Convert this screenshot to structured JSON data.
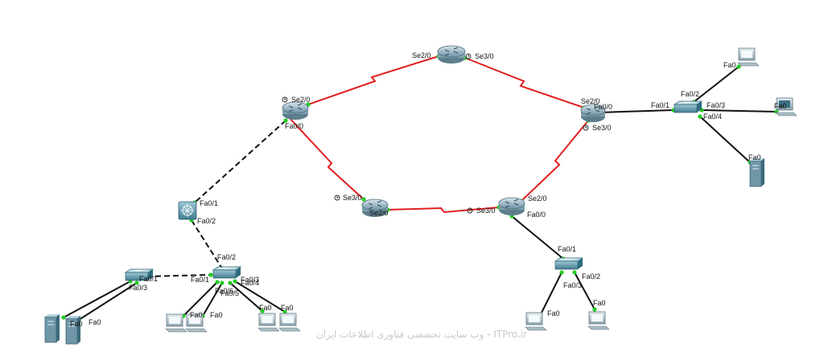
{
  "topology": {
    "router_top": {
      "left": "Se2/0",
      "right": "Se3/0"
    },
    "router_left": {
      "serial": "Se2/0",
      "fast": "Fa0/0"
    },
    "router_right": {
      "serial": "Se2/0",
      "fast": "Fa0/0",
      "serial2": "Se3/0"
    },
    "router_mid_left": {
      "serial3": "Se3/0",
      "serial2": "Se2/0"
    },
    "router_mid_right": {
      "serial3": "Se3/0",
      "serial2": "Se2/0",
      "fast": "Fa0/0"
    },
    "multilayer_switch": {
      "p1": "Fa0/1",
      "p2": "Fa0/2"
    },
    "switch_center": {
      "p2": "Fa0/2",
      "p1": "Fa0/1",
      "p4": "Fa0/4",
      "p3": "Fa0/3",
      "p5": "Fa0/5",
      "p6": "Fa0/6"
    },
    "switch_left": {
      "p1": "Fa0/1",
      "p3": "Fa0/3"
    },
    "switch_right_top": {
      "p1": "Fa0/1",
      "p2": "Fa0/2",
      "p3": "Fa0/3",
      "p4": "Fa0/4"
    },
    "switch_right_bottom": {
      "p1": "Fa0/1",
      "p2": "Fa0/2",
      "p3": "Fa0/3"
    },
    "host_port": "Fa0",
    "watermark": "وب سایت تخصصی فناوری اطلاعات ایران - ITPro.ir"
  },
  "colors": {
    "serial_link": "#e02020",
    "ethernet_link": "#111111",
    "port_up": "#22cc22"
  }
}
